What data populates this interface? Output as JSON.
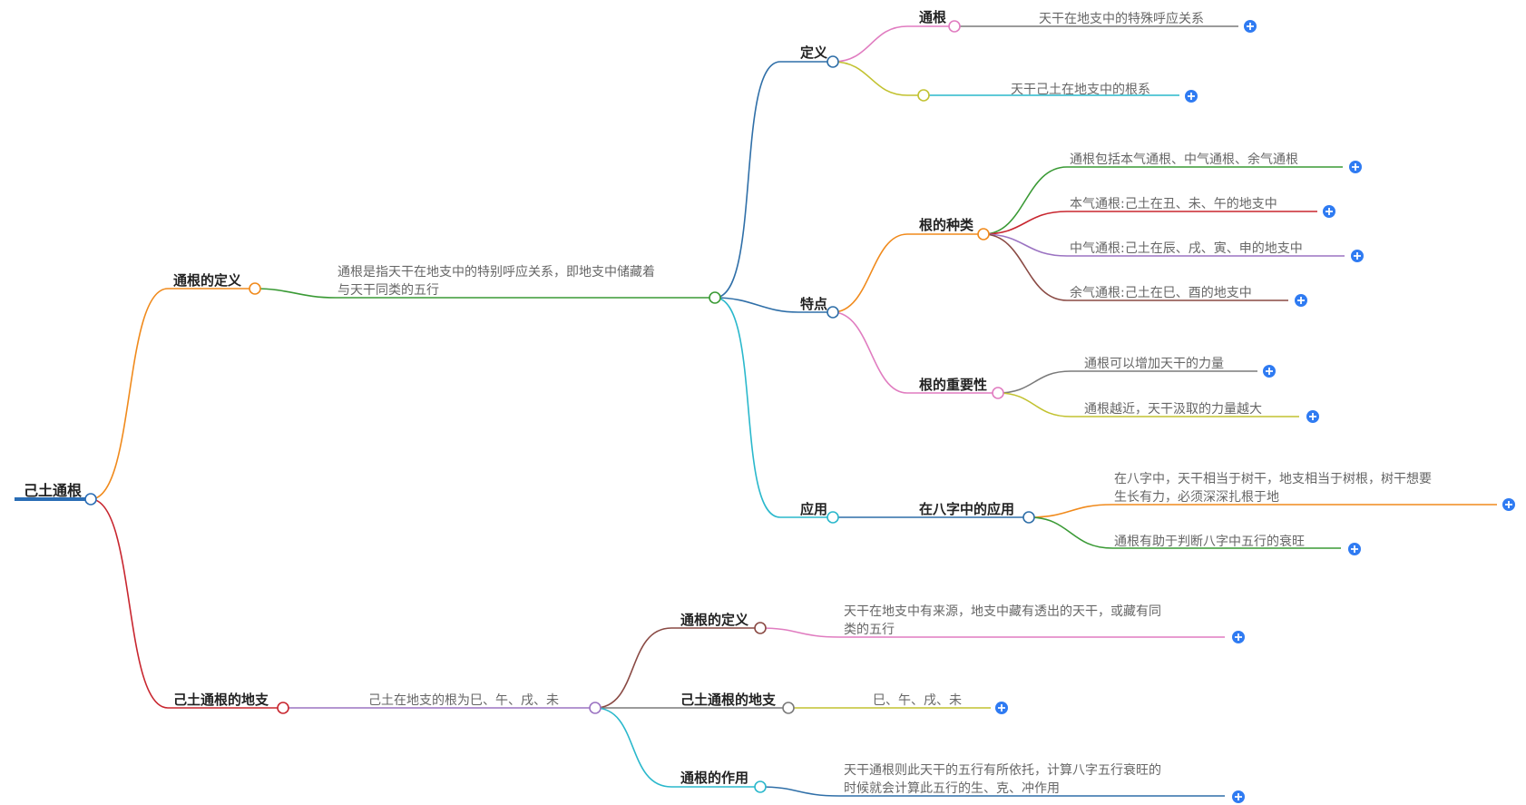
{
  "root": {
    "label": "己土通根"
  },
  "definition": {
    "label": "通根的定义",
    "desc": [
      "通根是指天干在地支中的特别呼应关系，即地支中储藏着",
      "与天干同类的五行"
    ],
    "dingyi": {
      "label": "定义",
      "tonggen": {
        "label": "通根",
        "leaf": "天干在地支中的特殊呼应关系"
      },
      "leaf2": "天干己土在地支中的根系"
    },
    "tedian": {
      "label": "特点",
      "zhonglei": {
        "label": "根的种类",
        "leaves": [
          "通根包括本气通根、中气通根、余气通根",
          "本气通根:己土在丑、未、午的地支中",
          "中气通根:己土在辰、戌、寅、申的地支中",
          "余气通根:己土在巳、酉的地支中"
        ]
      },
      "zhongyao": {
        "label": "根的重要性",
        "leaves": [
          "通根可以增加天干的力量",
          "通根越近，天干汲取的力量越大"
        ]
      }
    },
    "yingyong": {
      "label": "应用",
      "bazi": {
        "label": "在八字中的应用",
        "leaf1": [
          "在八字中，天干相当于树干，地支相当于树根，树干想要",
          "生长有力，必须深深扎根于地"
        ],
        "leaf2": "通根有助于判断八字中五行的衰旺"
      }
    }
  },
  "dizhi": {
    "label": "己土通根的地支",
    "desc": "己土在地支的根为巳、午、戌、未",
    "dingyi": {
      "label": "通根的定义",
      "leaf": [
        "天干在地支中有来源，地支中藏有透出的天干，或藏有同",
        "类的五行"
      ]
    },
    "dizhi2": {
      "label": "己土通根的地支",
      "leaf": "巳、午、戌、未"
    },
    "zuoyong": {
      "label": "通根的作用",
      "leaf": [
        "天干通根则此天干的五行有所依托，计算八字五行衰旺的",
        "时候就会计算此五行的生、克、冲作用"
      ]
    }
  },
  "colors": {
    "root": "#2a6db5",
    "orange": "#f08a1c",
    "red": "#c8262f",
    "green": "#3a9a35",
    "blue": "#2f6fa8",
    "pink": "#e07cc0",
    "olive": "#c2c230",
    "cyan": "#2ab8cc",
    "purple": "#9b73c2",
    "brown": "#8a4a44",
    "gray": "#7a7a7a",
    "plus": "#2f7bf2"
  }
}
